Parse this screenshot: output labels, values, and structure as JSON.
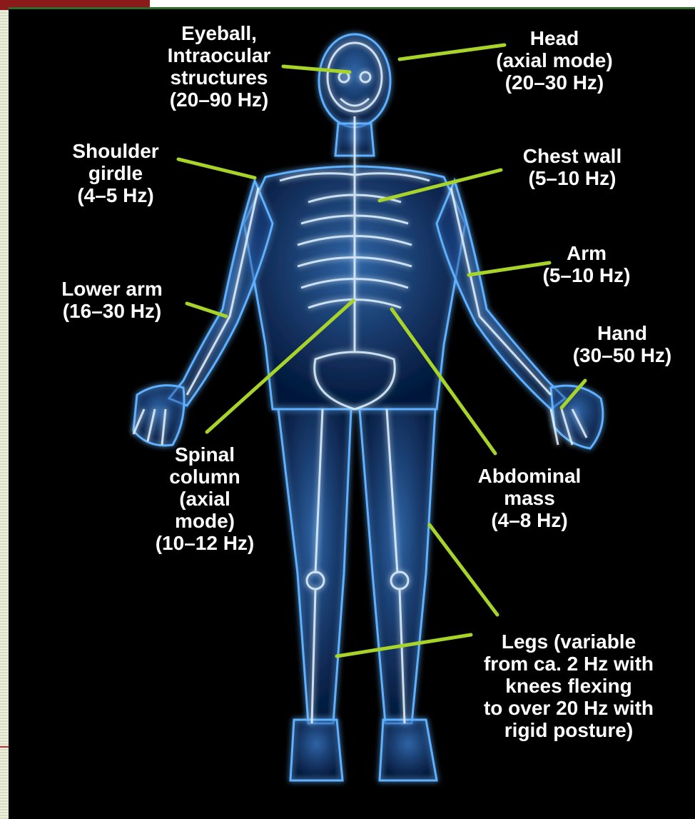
{
  "colors": {
    "leader_line": "#a8d42a",
    "background": "#000000",
    "body_glow": "#4aa3ff",
    "title_green": "#5a9a1e",
    "top_bar": "#8b1a1a"
  },
  "labels": {
    "eyeball": "Eyeball,\nIntraocular\nstructures\n(20–90 Hz)",
    "head": "Head\n(axial mode)\n(20–30 Hz)",
    "shoulder": "Shoulder\ngirdle\n(4–5 Hz)",
    "chest": "Chest wall\n(5–10 Hz)",
    "arm": "Arm\n(5–10 Hz)",
    "lower_arm": "Lower arm\n(16–30 Hz)",
    "hand": "Hand\n(30–50 Hz)",
    "spinal": "Spinal\ncolumn\n(axial\nmode)\n(10–12 Hz)",
    "abdominal": "Abdominal\nmass\n(4–8 Hz)",
    "legs": "Legs (variable\nfrom ca. 2 Hz with\nknees flexing\nto over 20 Hz with\nrigid posture)"
  }
}
